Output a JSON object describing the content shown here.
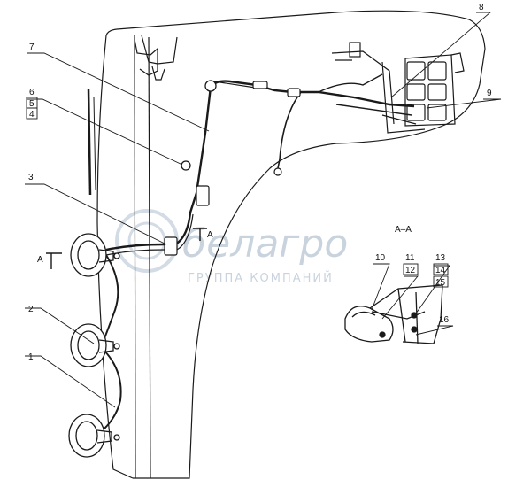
{
  "labels": {
    "l1": "1",
    "l2": "2",
    "l3": "3",
    "l4": "4",
    "l5": "5",
    "l6": "6",
    "l7": "7",
    "l8": "8",
    "l9": "9",
    "l10": "10",
    "l11": "11",
    "l12": "12",
    "l13": "13",
    "l14": "14",
    "l15": "15",
    "l16": "16"
  },
  "section": {
    "title": "А–А",
    "marker_left": "А",
    "marker_right": "А"
  },
  "watermark": {
    "brand": "белагро",
    "subtitle": "ГРУППА КОМПАНИЙ"
  }
}
